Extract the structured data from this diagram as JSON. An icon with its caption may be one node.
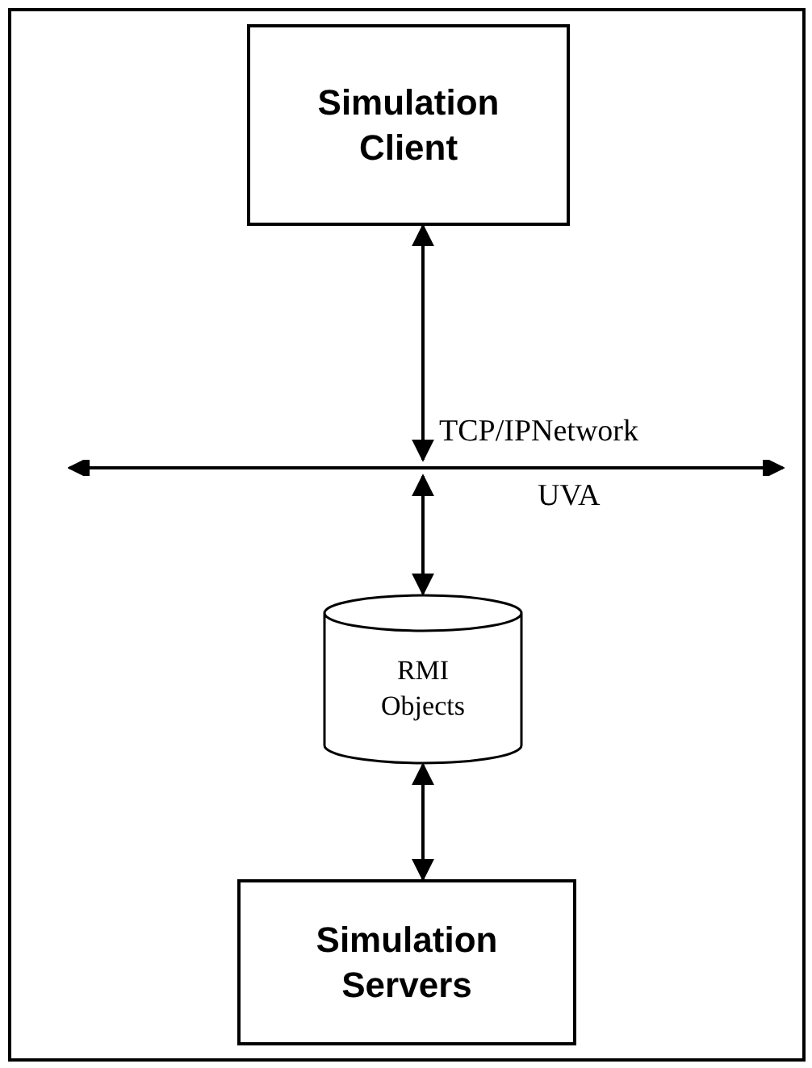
{
  "diagram": {
    "nodes": [
      {
        "text": [
          "Simulation Client"
        ]
      },
      {
        "text": [],
        "shape": "bar",
        "beside": [
          "TCP/IPNetwork",
          "UVA"
        ]
      },
      {
        "text": [
          "RMI Objects"
        ]
      },
      {
        "text": [
          "Simulation Servers"
        ]
      }
    ],
    "edges": [
      {
        "from": 0,
        "to": 1,
        "arrow": "both"
      },
      {
        "from": 1,
        "to": 2,
        "arrow": "both"
      },
      {
        "from": 2,
        "to": 3,
        "arrow": "both"
      }
    ]
  }
}
